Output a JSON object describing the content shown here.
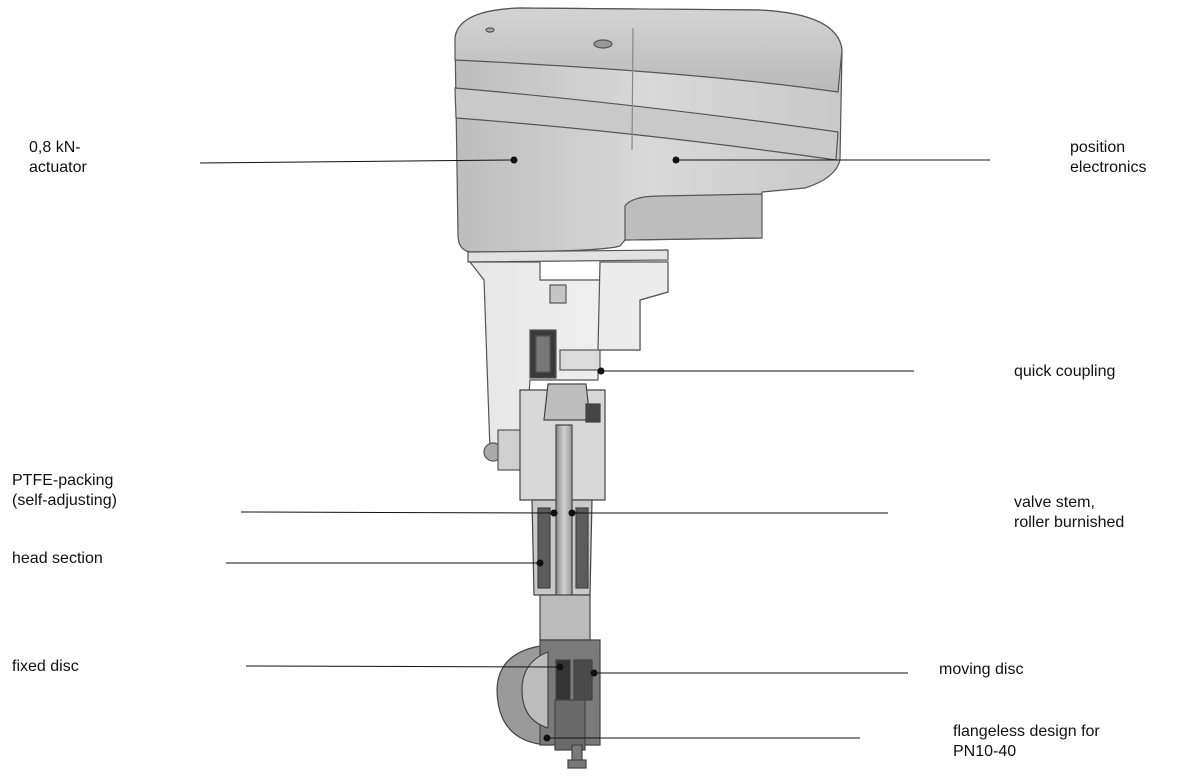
{
  "labels": {
    "actuator": "0,8 kN-\nactuator",
    "position_electronics": "position\nelectronics",
    "quick_coupling": "quick coupling",
    "ptfe_packing": "PTFE-packing\n(self-adjusting)",
    "valve_stem": "valve stem,\nroller burnished",
    "head_section": "head  section",
    "fixed_disc": "fixed  disc",
    "moving_disc": "moving disc",
    "flangeless_design": "flangeless design for\nPN10-40"
  }
}
